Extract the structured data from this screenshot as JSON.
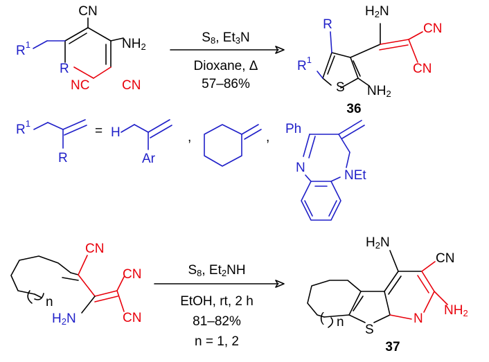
{
  "colors": {
    "black": "#000000",
    "red": "#e8000b",
    "blue": "#1f1fc8"
  },
  "reaction1": {
    "reactant": {
      "cn_top": "CN",
      "nh2": "NH",
      "nh2_sub": "2",
      "r1": "R",
      "r1_sup": "1",
      "r": "R",
      "nc_left": "NC",
      "cn_right": "CN"
    },
    "conditions": {
      "reagent_s": "S",
      "reagent_s_sub": "8",
      "reagent_rest": ", Et",
      "reagent_et_sub": "3",
      "reagent_n": "N",
      "solvent": "Dioxane, Δ",
      "yield": "57–86%"
    },
    "product": {
      "h2n": "H",
      "h2n_sub": "2",
      "h2n_n": "N",
      "r": "R",
      "r1": "R",
      "r1_sup": "1",
      "s": "S",
      "nh2": "NH",
      "nh2_sub": "2",
      "cn_a": "CN",
      "cn_b": "CN",
      "label": "36"
    }
  },
  "definition": {
    "r1": "R",
    "r1_sup": "1",
    "r": "R",
    "equals": "=",
    "h": "H",
    "ar": "Ar",
    "comma1": ",",
    "comma2": ",",
    "ph": "Ph",
    "n_left": "N",
    "net": "NEt"
  },
  "reaction2": {
    "reactant": {
      "cn_top": "CN",
      "cn_right_a": "CN",
      "cn_right_b": "CN",
      "h2n": "H",
      "h2n_sub": "2",
      "h2n_n": "N",
      "n_label": "n"
    },
    "conditions": {
      "reagent_s": "S",
      "reagent_s_sub": "8",
      "reagent_rest": ", Et",
      "reagent_et_sub": "2",
      "reagent_nh": "NH",
      "solvent": "EtOH, rt, 2 h",
      "yield": "81–82%",
      "n_values": "n = 1, 2"
    },
    "product": {
      "h2n": "H",
      "h2n_sub": "2",
      "h2n_n": "N",
      "cn": "CN",
      "nh2": "NH",
      "nh2_sub": "2",
      "ring_n": "N",
      "s": "S",
      "n_label": "n",
      "label": "37"
    }
  }
}
